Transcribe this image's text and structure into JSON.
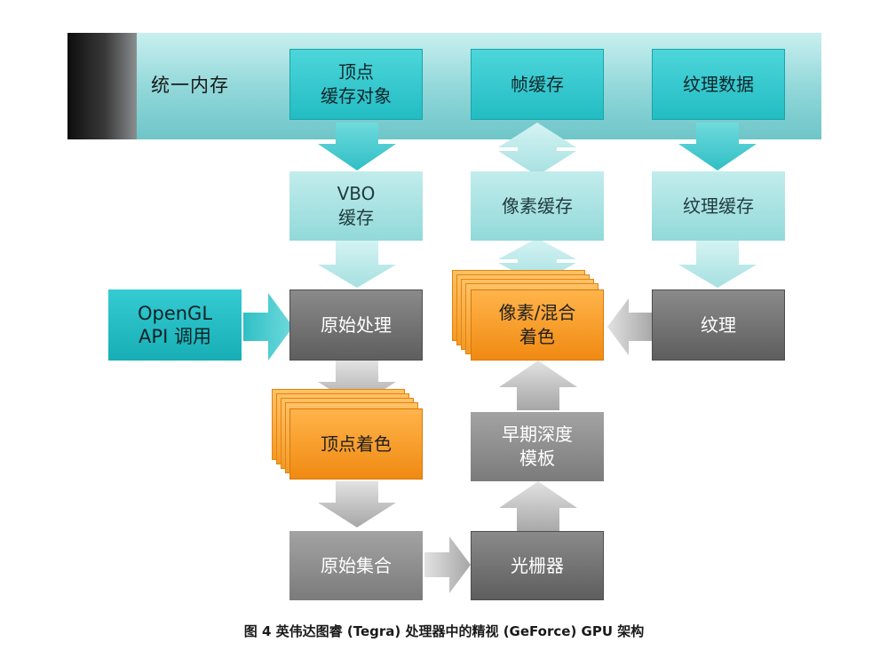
{
  "diagram": {
    "memory_band_label": "统一内存",
    "nodes": {
      "vertex_buffer_object": "顶点\n缓存对象",
      "frame_buffer": "帧缓存",
      "texture_data": "纹理数据",
      "vbo_cache": "VBO\n缓存",
      "pixel_cache": "像素缓存",
      "texture_cache": "纹理缓存",
      "opengl_api": "OpenGL\nAPI 调用",
      "primitive_processing": "原始处理",
      "pixel_blend_shading": "像素/混合\n着色",
      "texture": "纹理",
      "vertex_shading": "顶点着色",
      "early_depth_stencil": "早期深度\n模板",
      "primitive_assembly": "原始集合",
      "rasterizer": "光栅器"
    },
    "caption": "图 4 英伟达图睿 (Tegra) 处理器中的精视 (GeForce) GPU 架构",
    "colors": {
      "teal": "#22bcc3",
      "pale_teal": "#a8e3e4",
      "gray": "#6e6e6e",
      "orange": "#f5951d",
      "arrow_gray": "#b9b9b9"
    }
  }
}
